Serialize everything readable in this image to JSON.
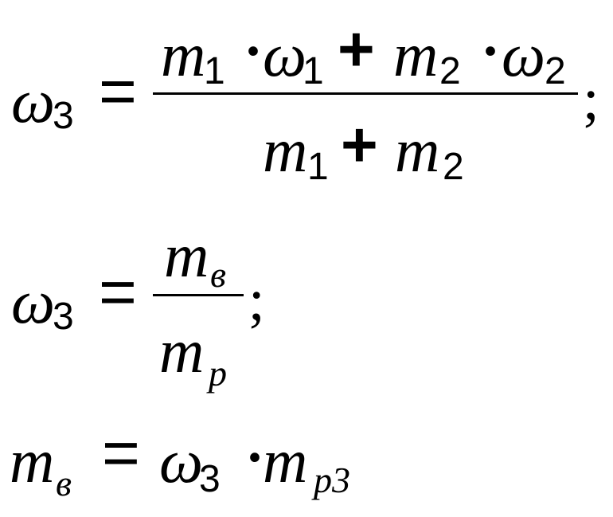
{
  "equations": [
    {
      "lhs": {
        "symbol": "ω",
        "sub": "3"
      },
      "relation": "=",
      "numerator": [
        {
          "symbol": "m",
          "sub": "1"
        },
        {
          "op": "·"
        },
        {
          "symbol": "ω",
          "sub": "1"
        },
        {
          "op": "+"
        },
        {
          "symbol": "m",
          "sub": "2"
        },
        {
          "op": "·"
        },
        {
          "symbol": "ω",
          "sub": "2"
        }
      ],
      "denominator": [
        {
          "symbol": "m",
          "sub": "1"
        },
        {
          "op": "+"
        },
        {
          "symbol": "m",
          "sub": "2"
        }
      ],
      "terminator": ";"
    },
    {
      "lhs": {
        "symbol": "ω",
        "sub": "3"
      },
      "relation": "=",
      "numerator": [
        {
          "symbol": "m",
          "sub": "в"
        }
      ],
      "denominator": [
        {
          "symbol": "m",
          "sub": "p"
        }
      ],
      "terminator": ";"
    },
    {
      "lhs": {
        "symbol": "m",
        "sub": "в"
      },
      "relation": "=",
      "rhs": [
        {
          "symbol": "ω",
          "sub": "3"
        },
        {
          "op": "·"
        },
        {
          "symbol": "m",
          "sub": "p3"
        }
      ]
    }
  ]
}
